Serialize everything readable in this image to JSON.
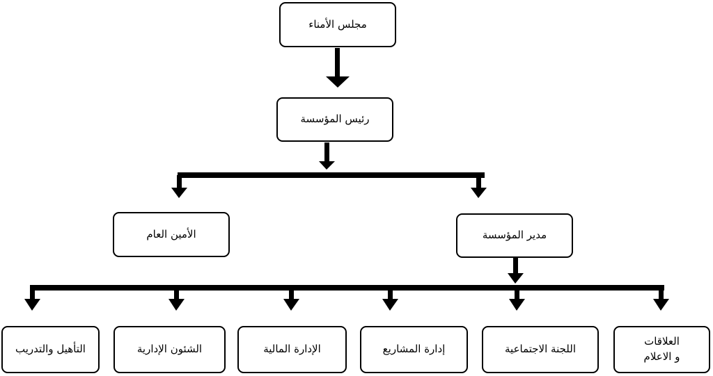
{
  "chart": {
    "nodes": {
      "board": "مجلس الأمناء",
      "president": "رئيس المؤسسة",
      "secretary": "الأمين العام",
      "director": "مدير المؤسسة",
      "dept_relations": "العلاقات\nو الاعلام",
      "dept_social": "اللجنة الاجتماعية",
      "dept_projects": "إدارة المشاريع",
      "dept_finance": "الإدارة المالية",
      "dept_admin": "الشئون الإدارية",
      "dept_training": "التأهيل والتدريب"
    }
  },
  "colors": {
    "stroke": "#000000",
    "fill": "#ffffff"
  }
}
